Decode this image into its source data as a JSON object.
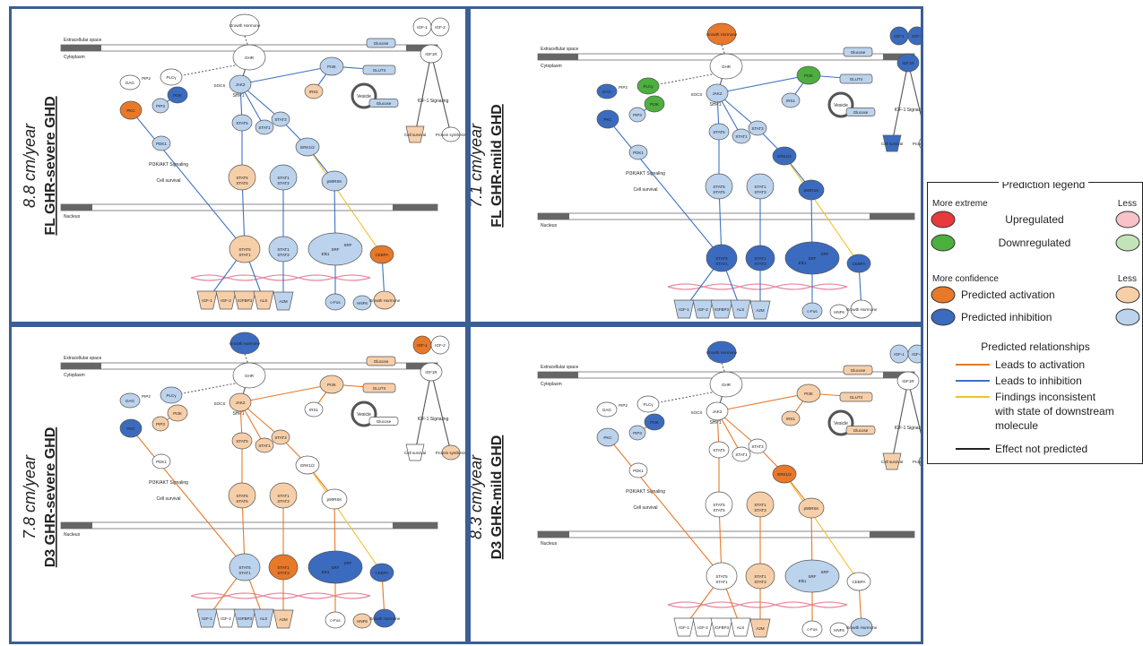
{
  "panels": [
    {
      "id": "p1",
      "rate": "8.8 cm/year",
      "group": "FL GHR-severe GHD",
      "states": {
        "gh": "w",
        "ghr": "w",
        "plc": "w",
        "pip2": "w",
        "dag": "w",
        "pkc": "ao",
        "pi3k_l": "ib",
        "pip3": "il",
        "pdk1": "il",
        "socs": "w",
        "jak2": "il",
        "pi3k_r": "il",
        "irs1": "ol",
        "glut_top": "il",
        "glut_mid": "il",
        "glut_bot": "il",
        "igf1": "w",
        "igf2": "w",
        "igf1r": "w",
        "stat5": "il",
        "stat1": "il",
        "stat3": "il",
        "erk": "il",
        "stat55": "ol",
        "stat13a": "il",
        "p90": "il",
        "stat51n": "ol",
        "stat13n": "il",
        "srf": "il",
        "cebpa": "ao",
        "gene_igf1": "ol",
        "gene_igf2": "ol",
        "gene_igfbp3": "ol",
        "gene_als": "ol",
        "gene_a2m": "il",
        "gene_cfos": "il",
        "gene_hnf6": "il",
        "gene_gh": "ol",
        "cell_surv": "ol",
        "prot_syn": "w"
      }
    },
    {
      "id": "p2",
      "rate": "7.1 cm/year",
      "group": "FL GHR-mild GHD",
      "states": {
        "gh": "ao",
        "ghr": "w",
        "plc": "dg",
        "pip2": "w",
        "dag": "ib",
        "pkc": "ib",
        "pi3k_l": "dg",
        "pip3": "il",
        "pdk1": "il",
        "socs": "w",
        "jak2": "il",
        "pi3k_r": "dg",
        "irs1": "il",
        "glut_top": "il",
        "glut_mid": "il",
        "glut_bot": "il",
        "igf1": "ib",
        "igf2": "ib",
        "igf1r": "ib",
        "stat5": "il",
        "stat1": "il",
        "stat3": "il",
        "erk": "ib",
        "stat55": "il",
        "stat13a": "il",
        "p90": "ib",
        "stat51n": "ib",
        "stat13n": "ib",
        "srf": "ib",
        "cebpa": "ib",
        "gene_igf1": "il",
        "gene_igf2": "il",
        "gene_igfbp3": "il",
        "gene_als": "il",
        "gene_a2m": "il",
        "gene_cfos": "il",
        "gene_hnf6": "w",
        "gene_gh": "w",
        "cell_surv": "ib",
        "prot_syn": "w"
      }
    },
    {
      "id": "p3",
      "rate": "7.8 cm/year",
      "group": "D3 GHR-severe GHD",
      "states": {
        "gh": "ib",
        "ghr": "w",
        "plc": "il",
        "pip2": "w",
        "dag": "il",
        "pkc": "ib",
        "pi3k_l": "ol",
        "pip3": "ol",
        "pdk1": "w",
        "socs": "w",
        "jak2": "ol",
        "pi3k_r": "ol",
        "irs1": "w",
        "glut_top": "ol",
        "glut_mid": "ol",
        "glut_bot": "w",
        "igf1": "ao",
        "igf2": "w",
        "igf1r": "w",
        "stat5": "ol",
        "stat1": "ol",
        "stat3": "ol",
        "erk": "w",
        "stat55": "ol",
        "stat13a": "ol",
        "p90": "w",
        "stat51n": "il",
        "stat13n": "ao",
        "srf": "ib",
        "cebpa": "ib",
        "gene_igf1": "il",
        "gene_igf2": "w",
        "gene_igfbp3": "il",
        "gene_als": "il",
        "gene_a2m": "ol",
        "gene_cfos": "w",
        "gene_hnf6": "ol",
        "gene_gh": "ib",
        "cell_surv": "w",
        "prot_syn": "ol"
      }
    },
    {
      "id": "p4",
      "rate": "8.3 cm/year",
      "group": "D3 GHR-mild GHD",
      "states": {
        "gh": "ib",
        "ghr": "w",
        "plc": "w",
        "pip2": "w",
        "dag": "w",
        "pkc": "il",
        "pi3k_l": "ib",
        "pip3": "il",
        "pdk1": "w",
        "socs": "w",
        "jak2": "w",
        "pi3k_r": "ol",
        "irs1": "ol",
        "glut_top": "ol",
        "glut_mid": "ol",
        "glut_bot": "ol",
        "igf1": "il",
        "igf2": "il",
        "igf1r": "w",
        "stat5": "w",
        "stat1": "w",
        "stat3": "w",
        "erk": "ao",
        "stat55": "w",
        "stat13a": "ol",
        "p90": "ol",
        "stat51n": "w",
        "stat13n": "ol",
        "srf": "il",
        "cebpa": "w",
        "gene_igf1": "w",
        "gene_igf2": "w",
        "gene_igfbp3": "w",
        "gene_als": "w",
        "gene_a2m": "ol",
        "gene_cfos": "w",
        "gene_hnf6": "w",
        "gene_gh": "il",
        "cell_surv": "ol",
        "prot_syn": "il"
      }
    }
  ],
  "compartments": {
    "extracellular": "Extracellular space",
    "cytoplasm": "Cytoplasm",
    "nucleus": "Nucleus"
  },
  "nodes": {
    "gh": "Growth Hormone",
    "ghr": "GHR",
    "plc": "PLCγ",
    "pip2": "PIP2",
    "dag": "DAG",
    "pkc": "PKC",
    "pi3k_l": "PI3K",
    "pip3": "PIP3",
    "pdk1": "PDK1",
    "akt_sig": "PI3K/AKT Signaling",
    "cell_surv_l": "Cell survival",
    "socs": "SOCS",
    "jak2": "JAK2",
    "shp1": "SHP1",
    "pi3k_r": "PI3K",
    "irs1": "IRS1",
    "glucose_top": "Glucose",
    "glut4": "GLUT4",
    "vesicle": "Vesicle",
    "glucose_bot": "Glucose",
    "igf1": "IGF-1",
    "igf2": "IGF-2",
    "igf1r": "IGF1R",
    "igf_sig": "IGF-1 Signaling",
    "cell_surv": "Cell survival",
    "prot_syn": "Protein synthesis",
    "stat5": "STAT5",
    "stat1": "STAT1",
    "stat3": "STAT3",
    "erk": "ERK1/2",
    "stat55a": "STAT5",
    "stat55b": "STAT5",
    "stat13a": "STAT1",
    "stat13b": "STAT3",
    "p90": "p90RSK",
    "stat51a": "STAT5",
    "stat51b": "STAT1",
    "stat13n_a": "STAT1",
    "stat13n_b": "STAT3",
    "srf": "SRF",
    "elk1": "Elk1",
    "srf2": "SRF",
    "cebpa": "CEBPA",
    "igf1_g": "IGF-1",
    "igf2_g": "IGF-2",
    "igfbp3": "IGFBP3",
    "als": "ALS",
    "a2m": "A2M",
    "cfos": "c-Fos",
    "hnf6": "HNF6",
    "gh_g": "Growth Hormone"
  },
  "legend": {
    "title": "Prediction legend",
    "more_extreme": "More extreme",
    "less": "Less",
    "upregulated": "Upregulated",
    "downregulated": "Downregulated",
    "more_confidence": "More confidence",
    "activation": "Predicted activation",
    "inhibition": "Predicted inhibition",
    "relationships_title": "Predicted relationships",
    "rel_activation": "Leads to activation",
    "rel_inhibition": "Leads to inhibition",
    "rel_inconsistent_1": "Findings inconsistent",
    "rel_inconsistent_2": "with state of downstream",
    "rel_inconsistent_3": "molecule",
    "rel_none": "Effect not predicted"
  },
  "colors": {
    "up_strong": "#e8393d",
    "up_weak": "#f7c3c8",
    "down_strong": "#4caf3e",
    "down_weak": "#c3e3b8",
    "act_strong": "#e8782a",
    "act_weak": "#f6cfa9",
    "inh_strong": "#3b6bbf",
    "inh_weak": "#bcd3ee",
    "edge_act": "#e8782a",
    "edge_inh": "#3f72c4",
    "edge_inc": "#f2c12e",
    "edge_none": "#222222",
    "frame": "#3a5f94"
  }
}
